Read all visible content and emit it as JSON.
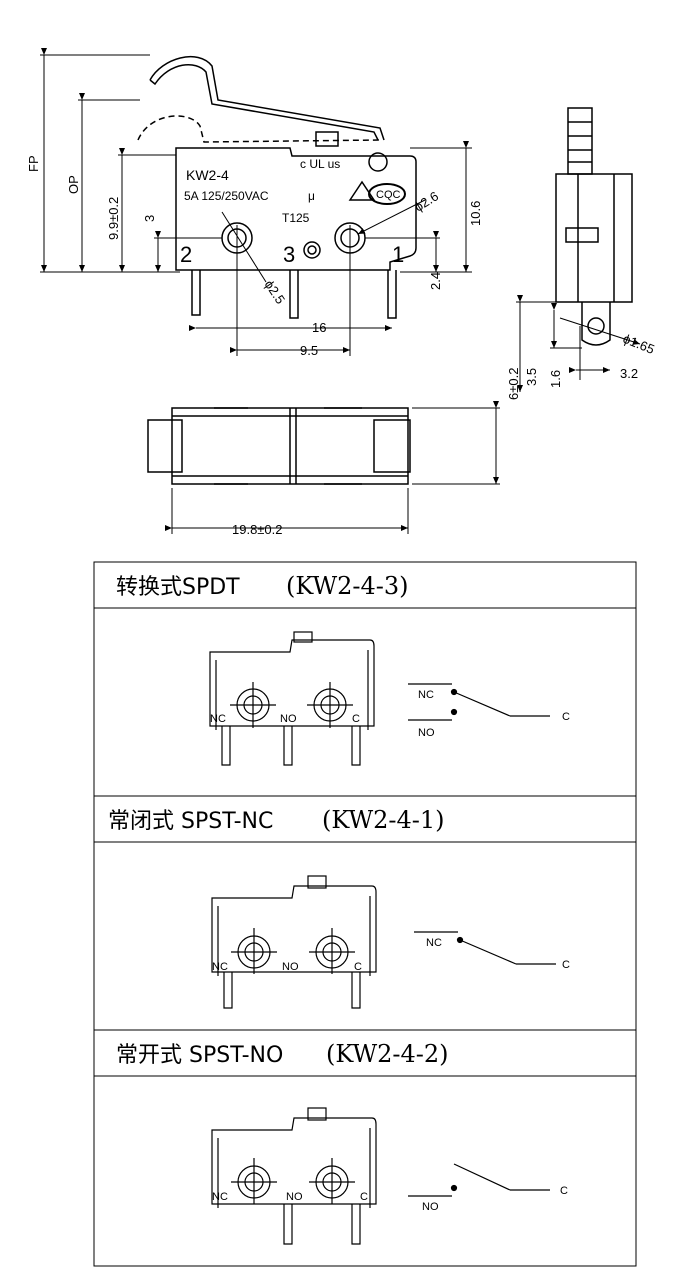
{
  "drawing": {
    "model": "KW2-4",
    "rating": "5A 125/250VAC",
    "rating_mark": "μ",
    "temp": "T125",
    "cert_ul": "c UL us",
    "cert_cqc": "CQC",
    "terminal_labels": [
      "2",
      "3",
      "1"
    ],
    "dims": {
      "fp": "FP",
      "op": "OP",
      "h_9_9": "9.9±0.2",
      "h_3": "3",
      "h_10_6": "10.6",
      "h_2_4": "2.4",
      "d_2_6": "ϕ2.6",
      "d_2_5": "ϕ2.5",
      "w_16": "16",
      "w_9_5": "9.5",
      "side_1_65": "ϕ1.65",
      "side_6": "6±0.2",
      "side_3_5": "3.5",
      "side_1_6": "1.6",
      "side_3_2": "3.2",
      "bottom_19_8": "19.8±0.2"
    }
  },
  "sections": [
    {
      "title_cn": "转换式SPDT",
      "title_pn": "(KW2-4-3)",
      "labels": {
        "nc": "NC",
        "no": "NO",
        "c": "C"
      },
      "schematic": {
        "nc": "NC",
        "no": "NO",
        "c": "C"
      }
    },
    {
      "title_cn": "常闭式 SPST-NC",
      "title_pn": "(KW2-4-1)",
      "labels": {
        "nc": "NC",
        "no": "NO",
        "c": "C"
      },
      "schematic": {
        "nc": "NC",
        "c": "C"
      }
    },
    {
      "title_cn": "常开式 SPST-NO",
      "title_pn": "(KW2-4-2)",
      "labels": {
        "nc": "NC",
        "no": "NO",
        "c": "C"
      },
      "schematic": {
        "no": "NO",
        "c": "C"
      }
    }
  ],
  "colors": {
    "line": "#000000",
    "background": "#ffffff"
  }
}
